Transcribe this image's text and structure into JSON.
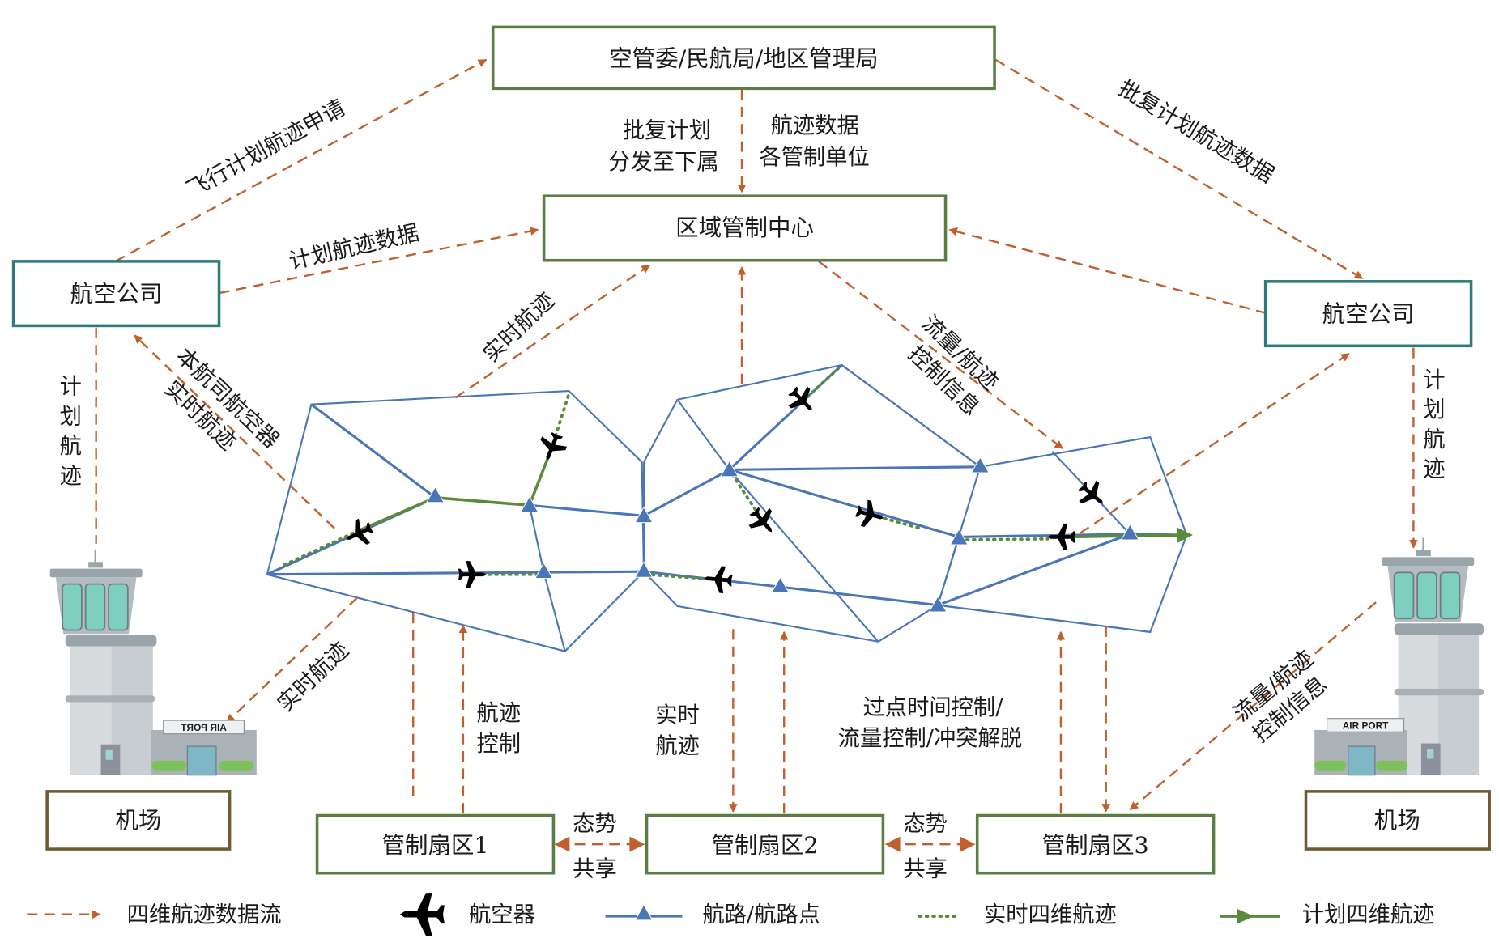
{
  "colors": {
    "flow": "#c0602e",
    "route": "#4a76b8",
    "track": "#5a8a3c",
    "agency_border": "#5a7d43",
    "airline_border": "#2e7c7a",
    "airport_border": "#6e5a34"
  },
  "nodes": {
    "caac": "空管委/民航局/地区管理局",
    "acc": "区域管制中心",
    "airline_left": "航空公司",
    "airline_right": "航空公司",
    "airport_left": "机场",
    "airport_right": "机场",
    "sector1": "管制扇区1",
    "sector2": "管制扇区2",
    "sector3": "管制扇区3"
  },
  "airport_sign": "AIR PORT",
  "labels": {
    "flight_plan_request": "飞行计划航迹申请",
    "approve_plan_data": "批复计划航迹数据",
    "approve_dist_1": "批复计划",
    "approve_dist_2": "分发至下属",
    "track_data_1": "航迹数据",
    "track_data_2": "各管制单位",
    "plan_track_data": "计划航迹数据",
    "realtime_track_up": "实时航迹",
    "own_aircraft_1": "本航司航空器",
    "own_aircraft_2": "实时航迹",
    "flow_ctrl_1": "流量/航迹",
    "flow_ctrl_2": "控制信息",
    "plan_track_left": [
      "计",
      "划",
      "航",
      "迹"
    ],
    "plan_track_right": [
      "计",
      "划",
      "航",
      "迹"
    ],
    "realtime_track_airport": "实时航迹",
    "track_ctrl_1": "航迹",
    "track_ctrl_2": "控制",
    "realtime_1": "实时",
    "realtime_2": "航迹",
    "time_ctrl_1": "过点时间控制/",
    "time_ctrl_2": "流量控制/冲突解脱",
    "airport_flow_1": "流量/航迹",
    "airport_flow_2": "控制信息",
    "share_a_1": "态势",
    "share_a_2": "共享",
    "share_b_1": "态势",
    "share_b_2": "共享"
  },
  "legend": [
    {
      "icon": "dashed-arrow",
      "label": "四维航迹数据流"
    },
    {
      "icon": "airplane",
      "label": "航空器"
    },
    {
      "icon": "route-waypoint",
      "label": "航路/航路点"
    },
    {
      "icon": "dotted-line",
      "label": "实时四维航迹"
    },
    {
      "icon": "green-arrow",
      "label": "计划四维航迹"
    }
  ]
}
